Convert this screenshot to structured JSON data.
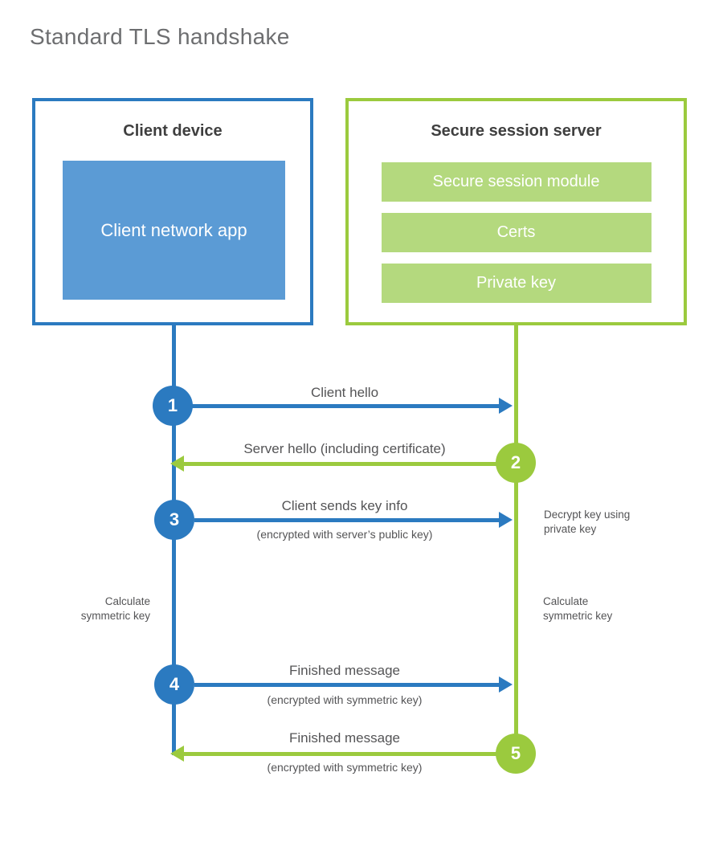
{
  "title": "Standard TLS handshake",
  "colors": {
    "blue": "#2b7ac0",
    "blue_fill": "#5b9bd5",
    "green": "#9bca3e",
    "green_fill": "#b4d97e",
    "text_dark": "#3f3f3f",
    "text_gray": "#545456"
  },
  "client_box": {
    "title": "Client device",
    "app_label": "Client network app"
  },
  "server_box": {
    "title": "Secure session server",
    "modules": [
      "Secure session module",
      "Certs",
      "Private key"
    ]
  },
  "steps": [
    {
      "number": "1",
      "actor": "client",
      "direction": "right",
      "label": "Client hello",
      "sublabel": ""
    },
    {
      "number": "2",
      "actor": "server",
      "direction": "left",
      "label": "Server hello (including certificate)",
      "sublabel": ""
    },
    {
      "number": "3",
      "actor": "client",
      "direction": "right",
      "label": "Client sends key info",
      "sublabel": "(encrypted with server’s public key)"
    },
    {
      "number": "4",
      "actor": "client",
      "direction": "right",
      "label": "Finished message",
      "sublabel": "(encrypted with symmetric key)"
    },
    {
      "number": "5",
      "actor": "server",
      "direction": "left",
      "label": "Finished message",
      "sublabel": "(encrypted with symmetric key)"
    }
  ],
  "side_notes": {
    "decrypt": "Decrypt key using private key",
    "calculate_left": "Calculate symmetric key",
    "calculate_right": "Calculate symmetric key"
  }
}
